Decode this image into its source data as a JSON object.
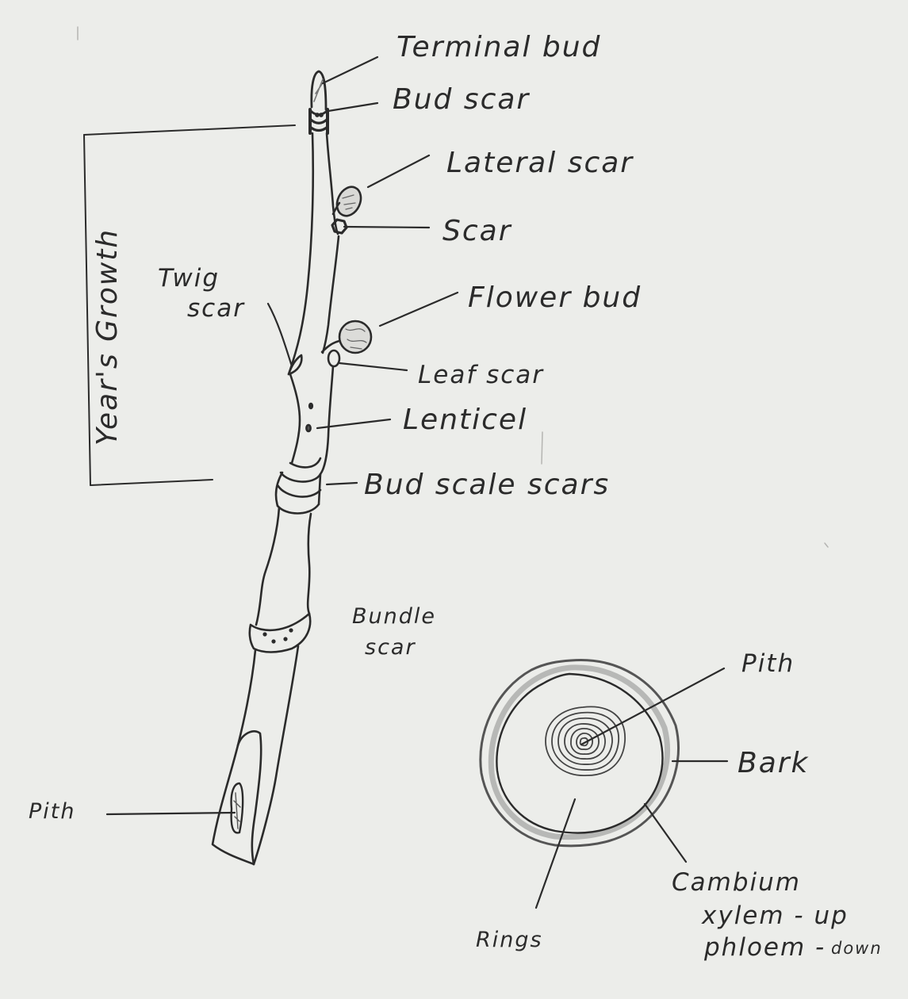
{
  "diagram": {
    "subject": "Woody twig anatomy and stem cross-section",
    "twig_labels": {
      "terminal_bud": "Terminal bud",
      "bud_scar": "Bud scar",
      "lateral_scar": "Lateral scar",
      "scar": "Scar",
      "twig_scar_line1": "Twig",
      "twig_scar_line2": "scar",
      "flower_bud": "Flower bud",
      "leaf_scar": "Leaf scar",
      "lenticel": "Lenticel",
      "bud_scale_scars": "Bud scale scars",
      "bundle_scar_line1": "Bundle",
      "bundle_scar_line2": "scar",
      "pith": "Pith",
      "years_growth": "Year's Growth"
    },
    "cross_section_labels": {
      "pith": "Pith",
      "bark": "Bark",
      "rings": "Rings",
      "cambium": "Cambium",
      "xylem": "xylem - up",
      "phloem_prefix": "phloem -",
      "phloem_suffix": "down"
    },
    "colors": {
      "paper": "#ecedea",
      "ink": "#2b2b2b",
      "pencil_shade": "#8c8c8a"
    }
  }
}
